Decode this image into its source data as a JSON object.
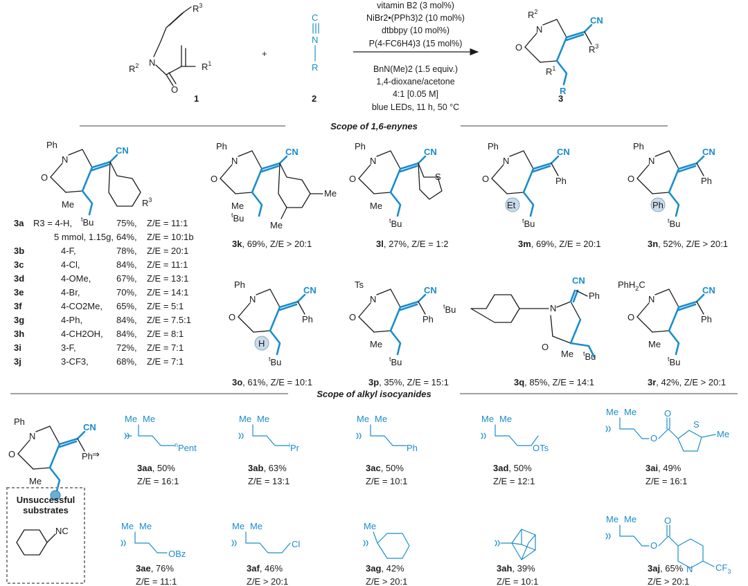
{
  "header": {
    "reactant1_label": "1",
    "reactant2_label": "2",
    "product_label": "3",
    "plus": "+",
    "conditions": [
      "vitamin B2 (3 mol%)",
      "NiBr2•(PPh3)2 (10 mol%)",
      "dtbbpy (10 mol%)",
      "P(4-FC6H4)3 (15 mol%)",
      "BnN(Me)2 (1.5 equiv.)",
      "1,4-dioxane/acetone",
      "4:1 [0.05 M]",
      "blue LEDs, 11 h, 50 °C"
    ]
  },
  "sections": {
    "enynes_title": "Scope of 1,6-enynes",
    "isocyanides_title": "Scope of alkyl isocyanides"
  },
  "table_rows": [
    {
      "id": "3a",
      "sub": "R3 = 4-H,",
      "yield": "75%,",
      "ratio": "Z/E = 11:1"
    },
    {
      "id": "",
      "sub": "5 mmol, 1.15g,",
      "yield": "64%,",
      "ratio": "Z/E = 10:1b"
    },
    {
      "id": "3b",
      "sub": "4-F,",
      "yield": "78%,",
      "ratio": "Z/E = 20:1"
    },
    {
      "id": "3c",
      "sub": "4-Cl,",
      "yield": "84%,",
      "ratio": "Z/E = 11:1"
    },
    {
      "id": "3d",
      "sub": "4-OMe,",
      "yield": "67%,",
      "ratio": "Z/E = 13:1"
    },
    {
      "id": "3e",
      "sub": "4-Br,",
      "yield": "70%,",
      "ratio": "Z/E = 14:1"
    },
    {
      "id": "3f",
      "sub": "4-CO2Me,",
      "yield": "65%,",
      "ratio": "Z/E = 5:1"
    },
    {
      "id": "3g",
      "sub": "4-Ph,",
      "yield": "84%,",
      "ratio": "Z/E = 7.5:1"
    },
    {
      "id": "3h",
      "sub": "4-CH2OH,",
      "yield": "84%,",
      "ratio": "Z/E = 8:1"
    },
    {
      "id": "3i",
      "sub": "3-F,",
      "yield": "72%,",
      "ratio": "Z/E = 7:1"
    },
    {
      "id": "3j",
      "sub": "3-CF3,",
      "yield": "68%,",
      "ratio": "Z/E = 7:1"
    }
  ],
  "compounds": [
    {
      "id": "3k",
      "result": ", 69%, Z/E > 20:1"
    },
    {
      "id": "3l",
      "result": ", 27%, Z/E = 1:2"
    },
    {
      "id": "3m",
      "result": ", 69%, Z/E = 20:1"
    },
    {
      "id": "3n",
      "result": ", 52%, Z/E > 20:1"
    },
    {
      "id": "3o",
      "result": ", 61%, Z/E = 10:1"
    },
    {
      "id": "3p",
      "result": ", 35%, Z/E = 15:1"
    },
    {
      "id": "3q",
      "result": ", 85%, Z/E = 14:1"
    },
    {
      "id": "3r",
      "result": ", 42%, Z/E > 20:1"
    }
  ],
  "isocyanides": [
    {
      "id": "3aa",
      "yield": ", 50%",
      "ratio": "Z/E = 16:1"
    },
    {
      "id": "3ab",
      "yield": ", 63%",
      "ratio": "Z/E = 13:1"
    },
    {
      "id": "3ac",
      "yield": ", 50%",
      "ratio": "Z/E = 10:1"
    },
    {
      "id": "3ad",
      "yield": ", 50%",
      "ratio": "Z/E = 12:1"
    },
    {
      "id": "3ai",
      "yield": ", 49%",
      "ratio": "Z/E = 16:1"
    },
    {
      "id": "3ae",
      "yield": ", 76%",
      "ratio": "Z/E = 11:1"
    },
    {
      "id": "3af",
      "yield": ", 46%",
      "ratio": "Z/E > 20:1"
    },
    {
      "id": "3ag",
      "yield": ", 42%",
      "ratio": "Z/E > 20:1"
    },
    {
      "id": "3ah",
      "yield": ", 39%",
      "ratio": "Z/E = 10:1"
    },
    {
      "id": "3aj",
      "yield": ", 65%",
      "ratio": "Z/E > 20:1"
    }
  ],
  "unsuccessful": {
    "title1": "Unsuccessful",
    "title2": "substrates"
  },
  "colors": {
    "accent": "#1a8ccc",
    "text": "#1a1a1a",
    "highlight": "#c9dbe8"
  }
}
